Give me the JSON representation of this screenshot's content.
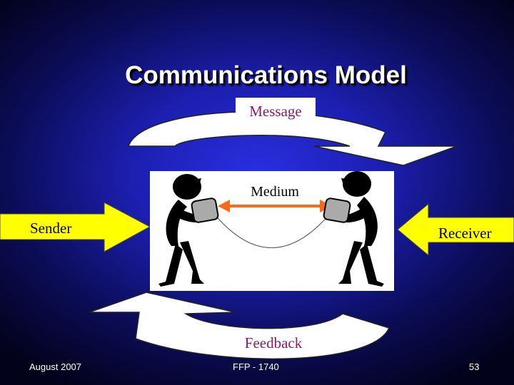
{
  "slide": {
    "title": "Communications Model"
  },
  "diagram": {
    "message_label": "Message",
    "medium_label": "Medium",
    "feedback_label": "Feedback",
    "sender_label": "Sender",
    "receiver_label": "Receiver"
  },
  "footer": {
    "date": "August 2007",
    "course": "FFP - 1740",
    "page_number": "53"
  },
  "colors": {
    "background": "#1c1fb0",
    "arrow_yellow": "#ffff00",
    "label_magenta": "#8b1a6b",
    "medium_arrow": "#ff6a1a"
  }
}
